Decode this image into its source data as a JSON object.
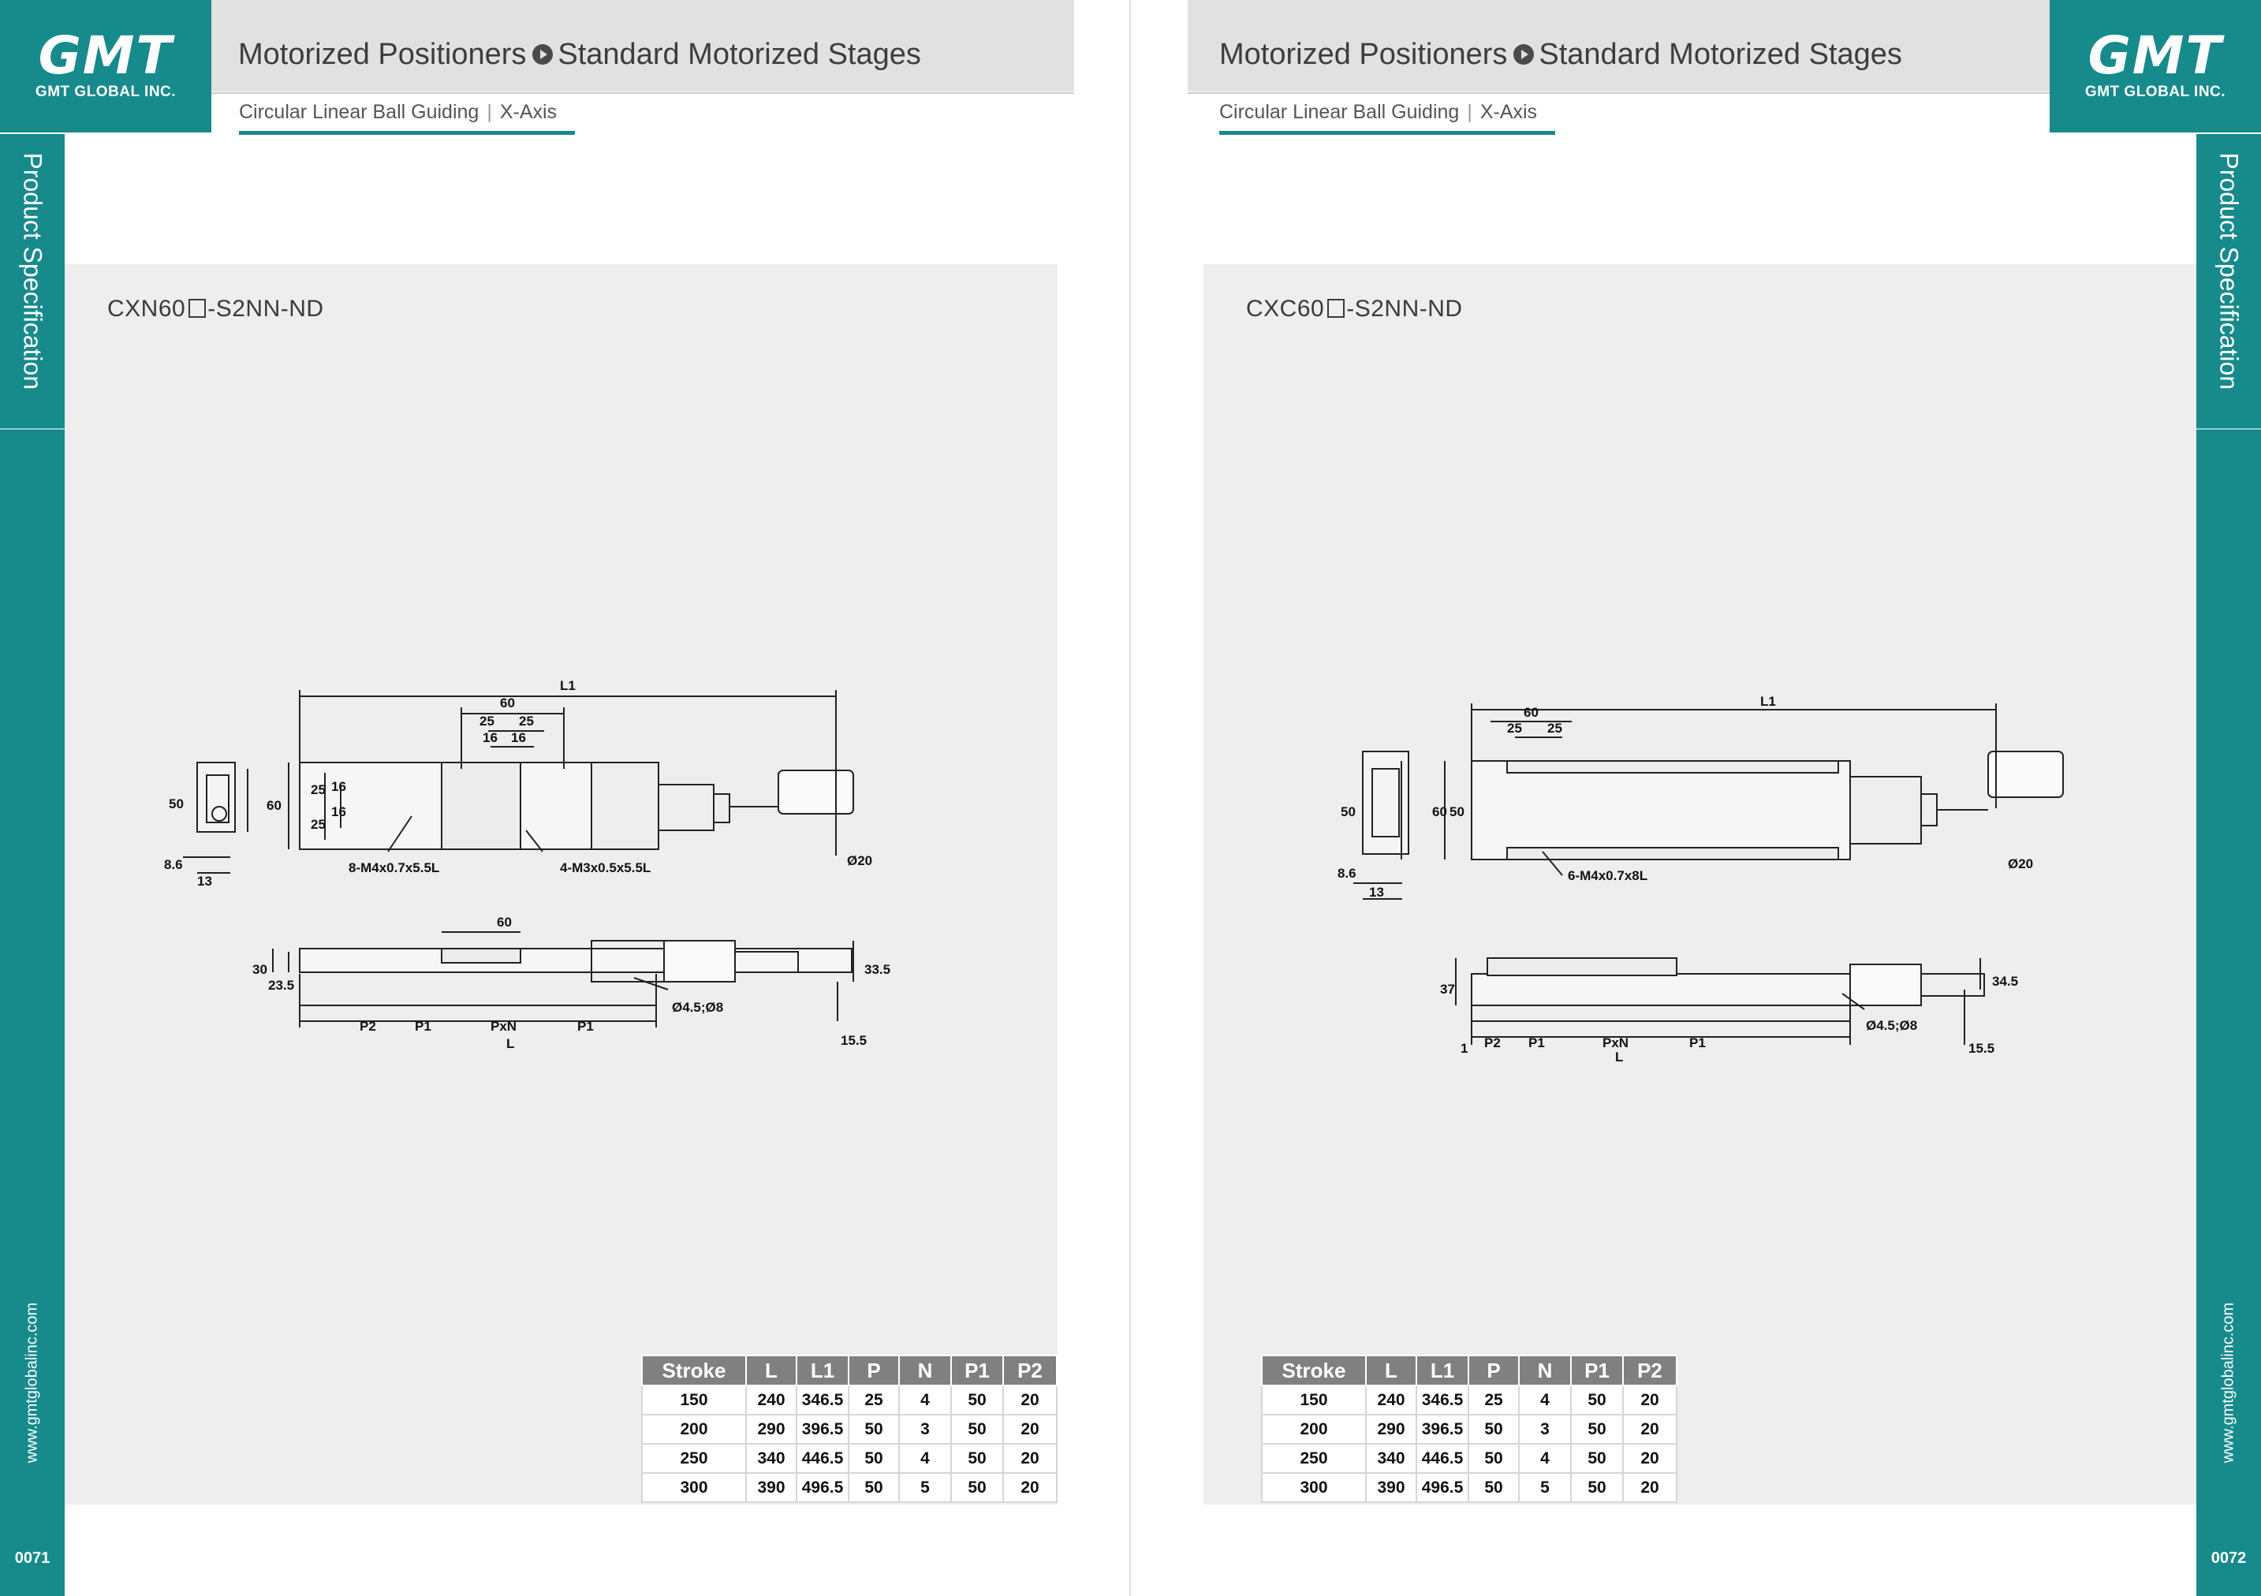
{
  "brand": {
    "logo_text": "GMT",
    "tagline": "GMT GLOBAL INC."
  },
  "header": {
    "category": "Motorized Positioners",
    "title": "Standard Motorized Stages",
    "sub_category": "Circular Linear Ball Guiding",
    "axis": "X-Axis"
  },
  "side": {
    "section": "Product Specification",
    "url": "www.gmtglobalinc.com"
  },
  "pages": [
    {
      "page_number": "0071",
      "model_prefix": "CXN60",
      "model_suffix": "-S2NN-ND",
      "labels": {
        "L1": "L1",
        "w60": "60",
        "w25a": "25",
        "w25b": "25",
        "w16a": "16",
        "w16b": "16",
        "h50": "50",
        "h60": "60",
        "v25a": "25",
        "v25b": "25",
        "v16a": "16",
        "v16b": "16",
        "d86": "8.6",
        "d13": "13",
        "holes_a": "8-M4x0.7x5.5L",
        "holes_b": "4-M3x0.5x5.5L",
        "dia20": "Ø20",
        "s60": "60",
        "s30": "30",
        "s235": "23.5",
        "s335": "33.5",
        "s155": "15.5",
        "P2": "P2",
        "P1a": "P1",
        "PxN": "PxN",
        "P1b": "P1",
        "L": "L",
        "cbore": "Ø4.5;Ø8"
      }
    },
    {
      "page_number": "0072",
      "model_prefix": "CXC60",
      "model_suffix": "-S2NN-ND",
      "labels": {
        "L1": "L1",
        "w60": "60",
        "w25a": "25",
        "w25b": "25",
        "h50": "50",
        "h60": "60",
        "v50": "50",
        "d86": "8.6",
        "d13": "13",
        "holes_a": "6-M4x0.7x8L",
        "dia20": "Ø20",
        "s37": "37",
        "s345": "34.5",
        "s155": "15.5",
        "s1": "1",
        "P2": "P2",
        "P1a": "P1",
        "PxN": "PxN",
        "P1b": "P1",
        "L": "L",
        "cbore": "Ø4.5;Ø8"
      }
    }
  ],
  "table": {
    "headers": [
      "Stroke",
      "L",
      "L1",
      "P",
      "N",
      "P1",
      "P2"
    ],
    "rows": [
      [
        "150",
        "240",
        "346.5",
        "25",
        "4",
        "50",
        "20"
      ],
      [
        "200",
        "290",
        "396.5",
        "50",
        "3",
        "50",
        "20"
      ],
      [
        "250",
        "340",
        "446.5",
        "50",
        "4",
        "50",
        "20"
      ],
      [
        "300",
        "390",
        "496.5",
        "50",
        "5",
        "50",
        "20"
      ]
    ]
  },
  "colors": {
    "teal": "#178a8c",
    "header_grey": "#e1e1e1",
    "panel": "#eeeeee",
    "table_head": "#808080"
  }
}
